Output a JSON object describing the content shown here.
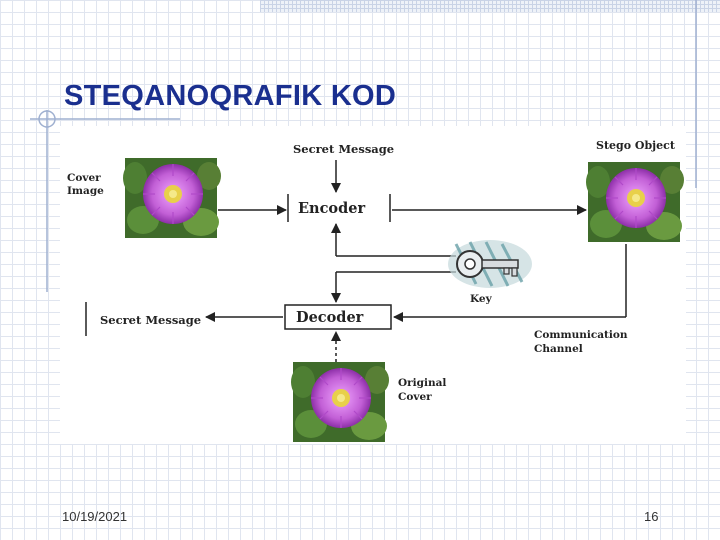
{
  "slide": {
    "title": "STEQANOQRAFIK KOD",
    "date": "10/19/2021",
    "page_number": "16"
  },
  "diagram": {
    "cover_image_label_1": "Cover",
    "cover_image_label_2": "Image",
    "secret_message_top": "Secret Message",
    "encoder": "Encoder",
    "stego_object": "Stego Object",
    "key": "Key",
    "secret_message_bottom": "Secret Message",
    "decoder": "Decoder",
    "communication_label_1": "Communication",
    "communication_label_2": "Channel",
    "original_cover_label_1": "Original",
    "original_cover_label_2": "Cover"
  },
  "colors": {
    "title": "#1a2f8f",
    "line": "#333333",
    "flower_petal": "#c25fd6",
    "flower_center": "#e8d04a",
    "foliage": "#4f7d34"
  }
}
